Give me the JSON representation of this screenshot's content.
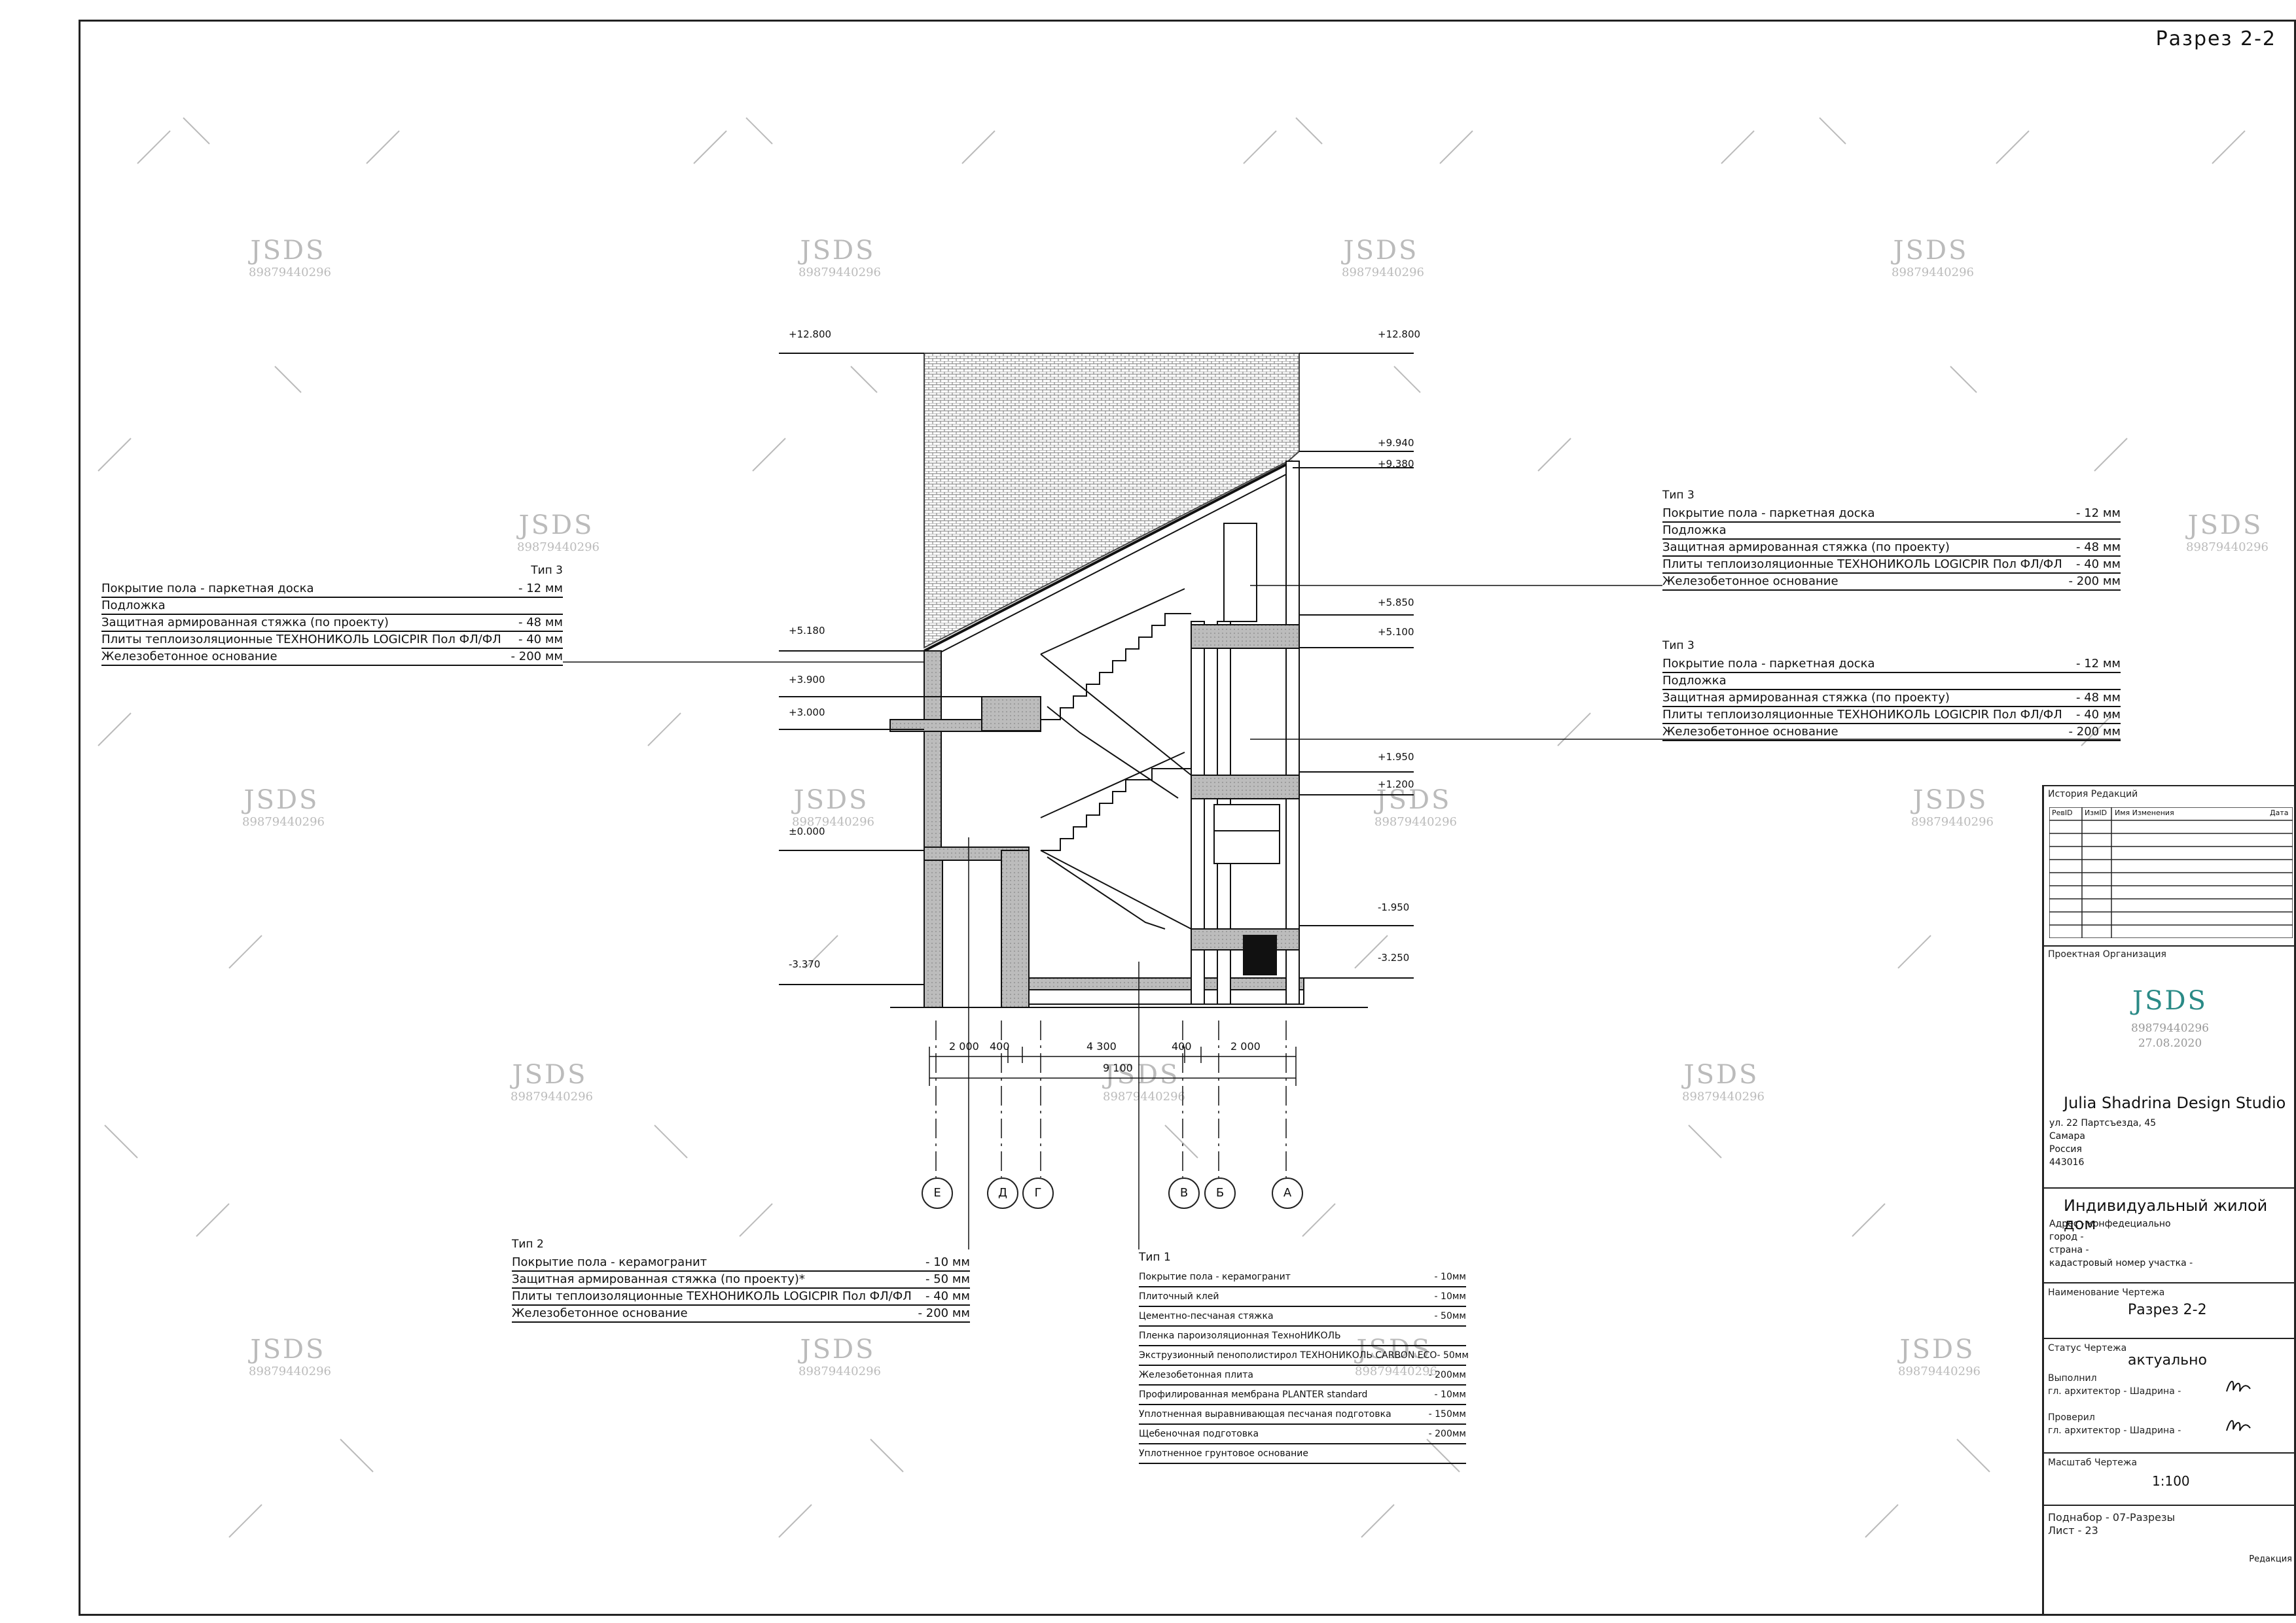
{
  "sheet_title": "Разрез 2-2",
  "watermark": {
    "brand": "JSDS",
    "phone": "89879440296"
  },
  "levels": {
    "l12800_left": "+12.800",
    "l12800_right": "+12.800",
    "l9940": "+9.940",
    "l9380": "+9.380",
    "l5850": "+5.850",
    "l5100": "+5.100",
    "l5180": "+5.180",
    "l3900": "+3.900",
    "l3000": "+3.000",
    "l1950": "+1.950",
    "l1200": "+1.200",
    "l0000": "±0.000",
    "lm1950": "-1.950",
    "lm3250": "-3.250",
    "lm3370": "-3.370"
  },
  "dimensions": {
    "d1": "2 000",
    "d2": "400",
    "d3": "4 300",
    "d4": "400",
    "d5": "2 000",
    "total": "9 100"
  },
  "axes": [
    "Е",
    "Д",
    "Г",
    "В",
    "Б",
    "А"
  ],
  "spec_left_top": {
    "title": "Тип 3",
    "rows": [
      {
        "name": "Покрытие пола - паркетная доска",
        "value": "- 12 мм"
      },
      {
        "name": "Подложка",
        "value": ""
      },
      {
        "name": "Защитная армированная стяжка (по проекту)",
        "value": "- 48 мм"
      },
      {
        "name": "Плиты теплоизоляционные  ТЕХНОНИКОЛЬ LOGICPIR Пол ФЛ/ФЛ",
        "value": "- 40 мм"
      },
      {
        "name": "Железобетонное основание",
        "value": "- 200 мм"
      }
    ]
  },
  "spec_right_1": {
    "title": "Тип 3",
    "rows": [
      {
        "name": "Покрытие пола - паркетная доска",
        "value": "- 12 мм"
      },
      {
        "name": "Подложка",
        "value": ""
      },
      {
        "name": "Защитная армированная стяжка (по проекту)",
        "value": "- 48 мм"
      },
      {
        "name": "Плиты теплоизоляционные  ТЕХНОНИКОЛЬ LOGICPIR Пол ФЛ/ФЛ",
        "value": "- 40 мм"
      },
      {
        "name": "Железобетонное основание",
        "value": "- 200 мм"
      }
    ]
  },
  "spec_right_2": {
    "title": "Тип 3",
    "rows": [
      {
        "name": "Покрытие пола - паркетная доска",
        "value": "- 12 мм"
      },
      {
        "name": "Подложка",
        "value": ""
      },
      {
        "name": "Защитная армированная стяжка (по проекту)",
        "value": "- 48 мм"
      },
      {
        "name": "Плиты теплоизоляционные  ТЕХНОНИКОЛЬ LOGICPIR Пол ФЛ/ФЛ",
        "value": "- 40 мм"
      },
      {
        "name": "Железобетонное основание",
        "value": "- 200 мм"
      }
    ]
  },
  "spec_type2": {
    "title": "Тип 2",
    "rows": [
      {
        "name": "Покрытие пола - керамогранит",
        "value": "- 10 мм"
      },
      {
        "name": "Защитная армированная стяжка (по проекту)*",
        "value": "- 50 мм"
      },
      {
        "name": "Плиты теплоизоляционные  ТЕХНОНИКОЛЬ LOGICPIR Пол ФЛ/ФЛ",
        "value": "- 40 мм"
      },
      {
        "name": "Железобетонное основание",
        "value": "- 200 мм"
      }
    ]
  },
  "spec_type1": {
    "title": "Тип 1",
    "rows": [
      {
        "name": "Покрытие пола - керамогранит",
        "value": "- 10мм"
      },
      {
        "name": "Плиточный клей",
        "value": "- 10мм"
      },
      {
        "name": "Цементно-песчаная стяжка",
        "value": "- 50мм"
      },
      {
        "name": "Пленка пароизоляционная ТехноНИКОЛЬ",
        "value": ""
      },
      {
        "name": "Экструзионный пенополистирол ТЕХНОНИКОЛЬ CARBON ECO",
        "value": "- 50мм"
      },
      {
        "name": "Железобетонная плита",
        "value": "- 200мм"
      },
      {
        "name": "Профилированная мембрана PLANTER standard",
        "value": "- 10мм"
      },
      {
        "name": "Уплотненная выравнивающая песчаная подготовка",
        "value": "- 150мм"
      },
      {
        "name": "Щебеночная подготовка",
        "value": "- 200мм"
      },
      {
        "name": "Уплотненное грунтовое основание",
        "value": ""
      }
    ]
  },
  "title_block": {
    "history_label": "История Редакций",
    "history_cols": [
      "РевID",
      "ИзмID",
      "Имя Изменения",
      "Дата"
    ],
    "org_label": "Проектная Организация",
    "org_logo": "JSDS",
    "org_phone": "89879440296",
    "org_date": "27.08.2020",
    "studio_name": "Julia Shadrina Design Studio",
    "address": [
      "ул. 22 Партсъезда, 45",
      "Самара",
      "Россия",
      "443016"
    ],
    "project_title": "Индивидуальный жилой дом",
    "project_info": [
      "Адрес - конфедециально",
      "город -",
      "страна -",
      "кадастровый номер участка -"
    ],
    "drawing_name_label": "Наименование Чертежа",
    "drawing_name": "Разрез 2-2",
    "status_label": "Статус Чертежа",
    "status": "актуально",
    "made_label": "Выполнил",
    "made_by": "гл. архитектор - Шадрина -",
    "checked_label": "Проверил",
    "checked_by": "гл. архитектор - Шадрина -",
    "scale_label": "Масштаб Чертежа",
    "scale": "1:100",
    "subset": "Поднабор - 07-Разрезы",
    "sheet": "Лист - 23",
    "revision_label": "Редакция"
  }
}
